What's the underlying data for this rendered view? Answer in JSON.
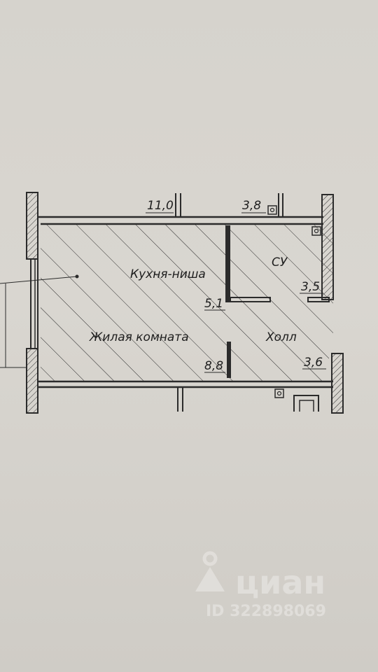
{
  "plan": {
    "rooms": {
      "kitchen": "Кухня-ниша",
      "living": "Жилая комната",
      "bathroom": "СУ",
      "hall": "Холл"
    },
    "dimensions": {
      "top_left": "11,0",
      "top_right": "3,8",
      "middle": "5,1",
      "bathroom": "3,5",
      "bottom_middle": "8,8",
      "bottom_right": "3,6"
    }
  },
  "watermark": {
    "brand": "циан",
    "id_text": "ID 322898069",
    "icon": "location-pin-icon"
  }
}
